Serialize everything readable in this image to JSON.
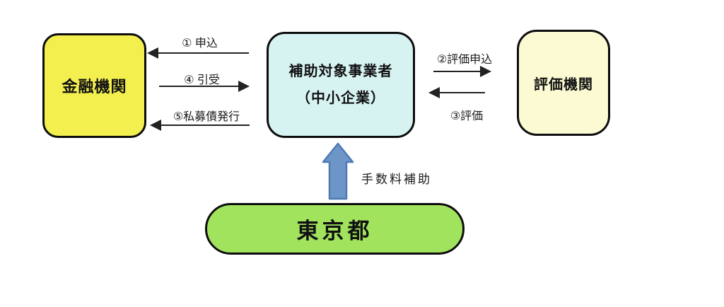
{
  "diagram": {
    "title_hint": "東京都 私募債発行 手数料補助スキーム図",
    "nodes": {
      "financial": {
        "label": "金融機関",
        "fill": "#f2ef4e"
      },
      "subsidized": {
        "line1": "補助対象事業者",
        "line2": "（中小企業）",
        "fill": "#d6f3f2"
      },
      "evaluation": {
        "label": "評価機関",
        "fill": "#fbfad2"
      },
      "tokyo": {
        "label": "東京都",
        "fill": "#a2e35e"
      }
    },
    "arrows": {
      "apply": {
        "label": "① 申込",
        "from": "subsidized",
        "to": "financial",
        "direction": "left"
      },
      "underwrite": {
        "label": "④ 引受",
        "from": "financial",
        "to": "subsidized",
        "direction": "right"
      },
      "bond_issue": {
        "label": "⑤私募債発行",
        "from": "subsidized",
        "to": "financial",
        "direction": "left"
      },
      "eval_apply": {
        "label": "②評価申込",
        "from": "subsidized",
        "to": "evaluation",
        "direction": "right"
      },
      "evaluate": {
        "label": "③評価",
        "from": "evaluation",
        "to": "subsidized",
        "direction": "left"
      },
      "fee_subsidy": {
        "label": "手数料補助",
        "from": "tokyo",
        "to": "subsidized",
        "direction": "up",
        "fill": "#6d96c8",
        "stroke": "#4e79b3"
      }
    },
    "line_color": "#222222",
    "border_color": "#0d0d0d",
    "background": "#ffffff"
  }
}
